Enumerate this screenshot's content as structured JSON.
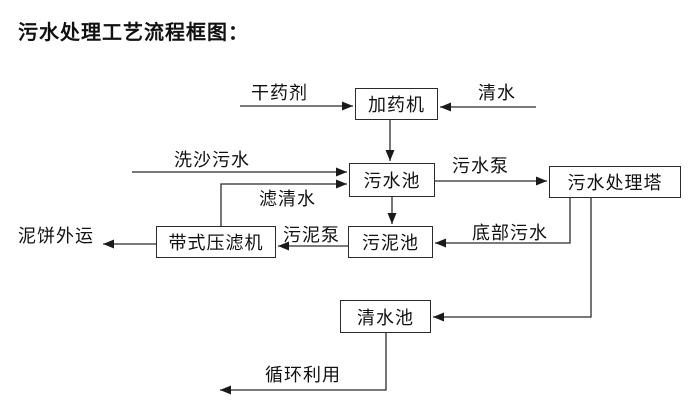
{
  "title": "污水处理工艺流程框图：",
  "nodes": {
    "dosing_machine": "加药机",
    "sewage_pool": "污水池",
    "treatment_tower": "污水处理塔",
    "sludge_pool": "污泥池",
    "belt_filter_press": "带式压滤机",
    "clean_water_pool": "清水池"
  },
  "labels": {
    "dry_agent": "干药剂",
    "clean_water": "清水",
    "sand_washing_sewage": "洗沙污水",
    "filtered_water": "滤清水",
    "sewage_pump": "污水泵",
    "bottom_sewage": "底部污水",
    "sludge_pump": "污泥泵",
    "mud_cake_outbound": "泥饼外运",
    "recycling_use": "循环利用"
  },
  "colors": {
    "line": "#2b2b2b",
    "text": "#111111",
    "background": "#ffffff"
  }
}
